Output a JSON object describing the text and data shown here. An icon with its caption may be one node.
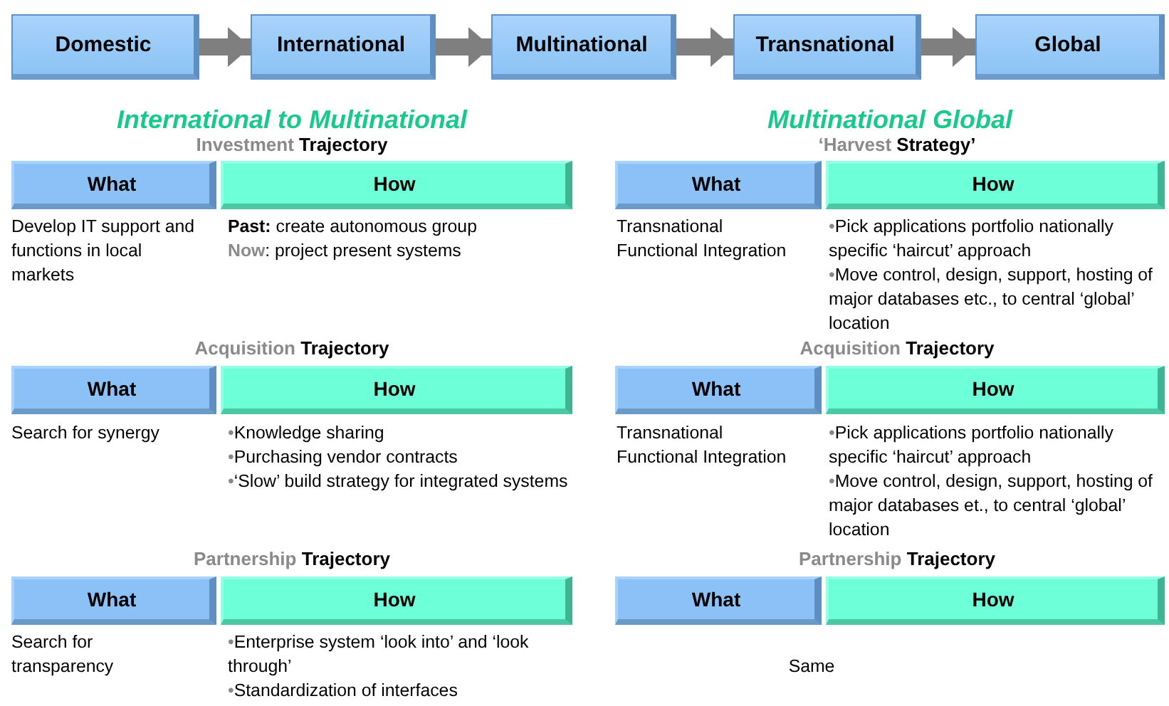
{
  "diagram": {
    "nodes": [
      {
        "text": [
          "Domestic"
        ]
      },
      {
        "text": [
          "International"
        ]
      },
      {
        "text": [
          "Multinational"
        ]
      },
      {
        "text": [
          "Transnational"
        ]
      },
      {
        "text": [
          "Global"
        ]
      },
      {
        "text": [
          "What"
        ]
      },
      {
        "text": [
          "How"
        ]
      },
      {
        "text": [
          "What"
        ]
      },
      {
        "text": [
          "How"
        ]
      },
      {
        "text": [
          "What"
        ]
      },
      {
        "text": [
          "How"
        ]
      },
      {
        "text": [
          "What"
        ]
      },
      {
        "text": [
          "How"
        ]
      },
      {
        "text": [
          "What"
        ]
      },
      {
        "text": [
          "How"
        ]
      },
      {
        "text": [
          "What"
        ]
      },
      {
        "text": [
          "How"
        ]
      }
    ],
    "edges": [
      {
        "from": 0,
        "to": 1,
        "arrow": "to"
      },
      {
        "from": 1,
        "to": 2,
        "arrow": "to"
      },
      {
        "from": 2,
        "to": 3,
        "arrow": "to"
      },
      {
        "from": 3,
        "to": 4,
        "arrow": "to"
      }
    ],
    "labels": [
      "International to Multinational",
      "Multinational Global",
      "Investment Trajectory",
      "‘Harvest Strategy’",
      "Develop IT support and functions in local markets",
      "**Past:** create autonomous group",
      "**Now**: project present systems",
      "Transnational Functional Integration",
      "•Pick applications portfolio nationally specific ‘haircut’ approach",
      "•Move control, design, support, hosting of major databases etc., to central ‘global’ location",
      "Acquisition Trajectory",
      "Acquisition Trajectory",
      "Search for synergy",
      "•Knowledge sharing",
      "•Purchasing vendor contracts",
      "•‘Slow’ build strategy for integrated systems",
      "Transnational Functional Integration",
      "•Pick applications portfolio nationally specific ‘haircut’ approach",
      "•Move control, design, support, hosting of major databases et., to central ‘global’ location",
      "Partnership Trajectory",
      "Partnership Trajectory",
      "Search for transparency",
      "•Enterprise system ‘look into’ and ‘look through’",
      "•Standardization of interfaces",
      "Same"
    ]
  }
}
